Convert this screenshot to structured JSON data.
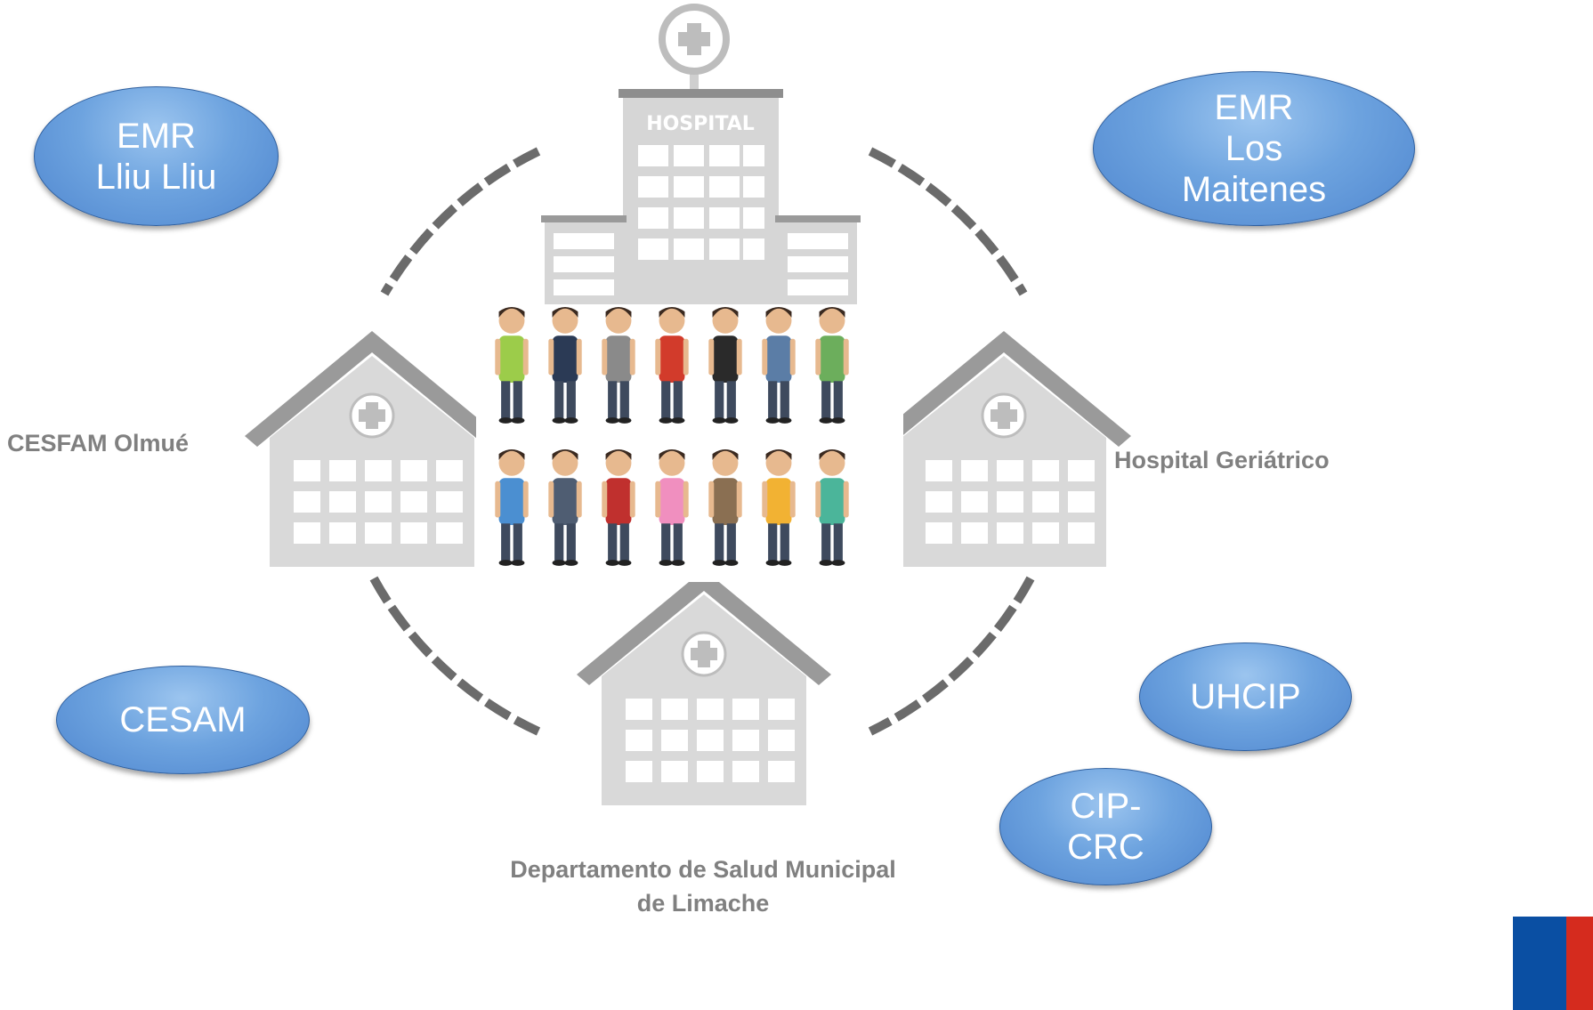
{
  "ovals": {
    "emr_lliu_lliu": [
      "EMR",
      "Lliu Lliu"
    ],
    "emr_los_maitenes": [
      "EMR",
      "Los",
      "Maitenes"
    ],
    "cesam": [
      "CESAM"
    ],
    "uhcip": [
      "UHCIP"
    ],
    "cip_crc": [
      "CIP-",
      "CRC"
    ]
  },
  "labels": {
    "cesfam_olmue": "CESFAM Olmué",
    "hospital_geriatrico": "Hospital Geriátrico",
    "departamento_line1": "Departamento de Salud Municipal",
    "departamento_line2": "de Limache"
  },
  "hospital_sign": "HOSPITAL",
  "colors": {
    "oval_fill": "#6da3df",
    "oval_border": "#2f5f9e",
    "building_gray": "#c8c8c8",
    "label_gray": "#808080",
    "dash_gray": "#6b6b6b",
    "flag_blue": "#0a4fa3",
    "flag_red": "#d52b1e"
  }
}
